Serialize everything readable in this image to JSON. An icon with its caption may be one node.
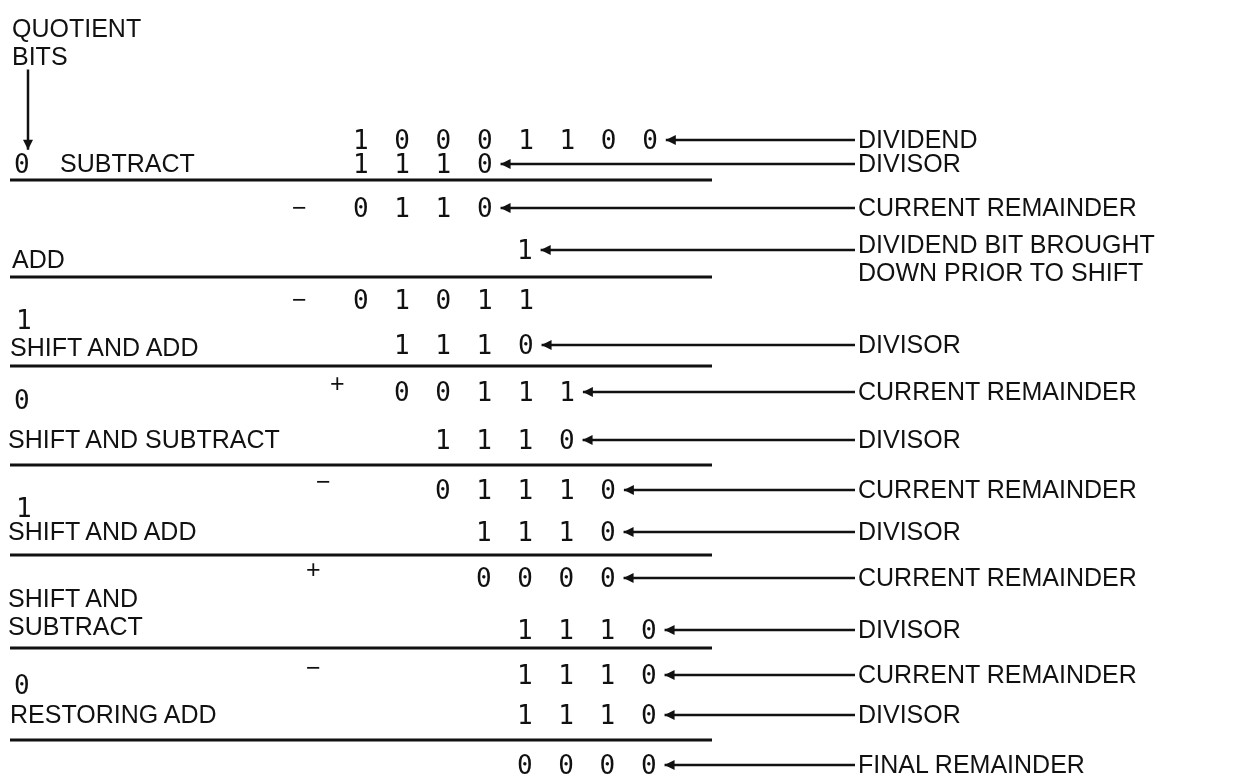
{
  "diagram": {
    "nodes": [
      {
        "text": [
          "QUOTIENT BITS"
        ]
      },
      {
        "text": [
          "1 0 0 0 1 1 0 0"
        ]
      },
      {
        "text": [
          "DIVIDEND"
        ]
      },
      {
        "text": [
          "0"
        ]
      },
      {
        "text": [
          "1 1 1 0"
        ]
      },
      {
        "text": [
          "DIVISOR"
        ]
      },
      {
        "text": [
          "0 1 1 0"
        ]
      },
      {
        "text": [
          "CURRENT REMAINDER"
        ]
      },
      {
        "text": [
          "1"
        ]
      },
      {
        "text": [
          "DIVIDEND BIT BROUGHT DOWN PRIOR TO SHIFT"
        ]
      },
      {
        "text": [
          "1 1 1 0"
        ]
      },
      {
        "text": [
          "DIVISOR"
        ]
      },
      {
        "text": [
          "0 0 1 1 1"
        ]
      },
      {
        "text": [
          "CURRENT REMAINDER"
        ]
      },
      {
        "text": [
          "1 1 1 0"
        ]
      },
      {
        "text": [
          "DIVISOR"
        ]
      },
      {
        "text": [
          "0 1 1 1 0"
        ]
      },
      {
        "text": [
          "CURRENT REMAINDER"
        ]
      },
      {
        "text": [
          "1 1 1 0"
        ]
      },
      {
        "text": [
          "DIVISOR"
        ]
      },
      {
        "text": [
          "0 0 0 0"
        ]
      },
      {
        "text": [
          "CURRENT REMAINDER"
        ]
      },
      {
        "text": [
          "1 1 1 0"
        ]
      },
      {
        "text": [
          "DIVISOR"
        ]
      },
      {
        "text": [
          "1 1 1 0"
        ]
      },
      {
        "text": [
          "CURRENT REMAINDER"
        ]
      },
      {
        "text": [
          "1 1 1 0"
        ]
      },
      {
        "text": [
          "DIVISOR"
        ]
      },
      {
        "text": [
          "0 0 0 0"
        ]
      },
      {
        "text": [
          "FINAL REMAINDER"
        ]
      }
    ],
    "edges": [
      {
        "from": 0,
        "to": 3,
        "arrow": "to"
      },
      {
        "from": 2,
        "to": 1,
        "arrow": "to"
      },
      {
        "from": 5,
        "to": 4,
        "arrow": "to"
      },
      {
        "from": 7,
        "to": 6,
        "arrow": "to"
      },
      {
        "from": 9,
        "to": 8,
        "arrow": "to"
      },
      {
        "from": 11,
        "to": 10,
        "arrow": "to"
      },
      {
        "from": 13,
        "to": 12,
        "arrow": "to"
      },
      {
        "from": 15,
        "to": 14,
        "arrow": "to"
      },
      {
        "from": 17,
        "to": 16,
        "arrow": "to"
      },
      {
        "from": 19,
        "to": 18,
        "arrow": "to"
      },
      {
        "from": 21,
        "to": 20,
        "arrow": "to"
      },
      {
        "from": 23,
        "to": 22,
        "arrow": "to"
      },
      {
        "from": 25,
        "to": 24,
        "arrow": "to"
      },
      {
        "from": 27,
        "to": 26,
        "arrow": "to"
      },
      {
        "from": 29,
        "to": 28,
        "arrow": "to"
      }
    ],
    "labels": [
      "SUBTRACT",
      "−",
      "ADD",
      "−",
      "0 1 0 1 1",
      "1",
      "SHIFT AND ADD",
      "+",
      "0",
      "SHIFT AND SUBTRACT",
      "−",
      "1",
      "SHIFT AND ADD",
      "+",
      "SHIFT AND SUBTRACT",
      "−",
      "0",
      "RESTORING ADD"
    ]
  }
}
